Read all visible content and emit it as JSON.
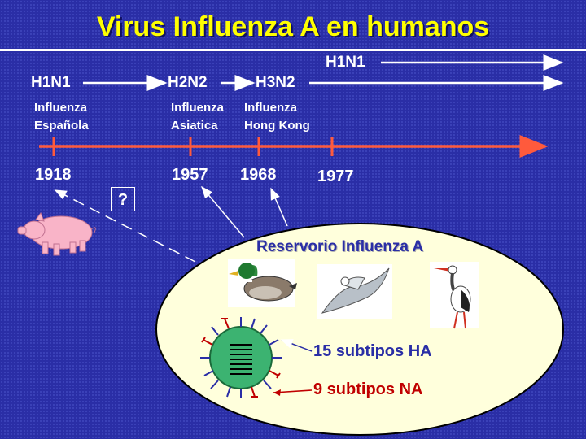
{
  "title": "Virus Influenza A en humanos",
  "strains": {
    "h1n1_1918": "H1N1",
    "h2n2": "H2N2",
    "h3n2": "H3N2",
    "h1n1_1977": "H1N1"
  },
  "pandemics": [
    {
      "line1": "Influenza",
      "line2": "Española"
    },
    {
      "line1": "Influenza",
      "line2": "Asiatica"
    },
    {
      "line1": "Influenza",
      "line2": "Hong Kong"
    }
  ],
  "years": [
    "1918",
    "1957",
    "1968",
    "1977"
  ],
  "unknown_mark": "?",
  "reservoir": {
    "title": "Reservorio Influenza A",
    "ha_text": "15 subtipos HA",
    "na_text": "9 subtipos NA"
  },
  "colors": {
    "background": "#2a2ea6",
    "title": "#ffff00",
    "timeline": "#ff5a3c",
    "ellipse": "#ffffdc",
    "virus": "#3cb371",
    "ha": "#2a2ea6",
    "na": "#c00000"
  }
}
